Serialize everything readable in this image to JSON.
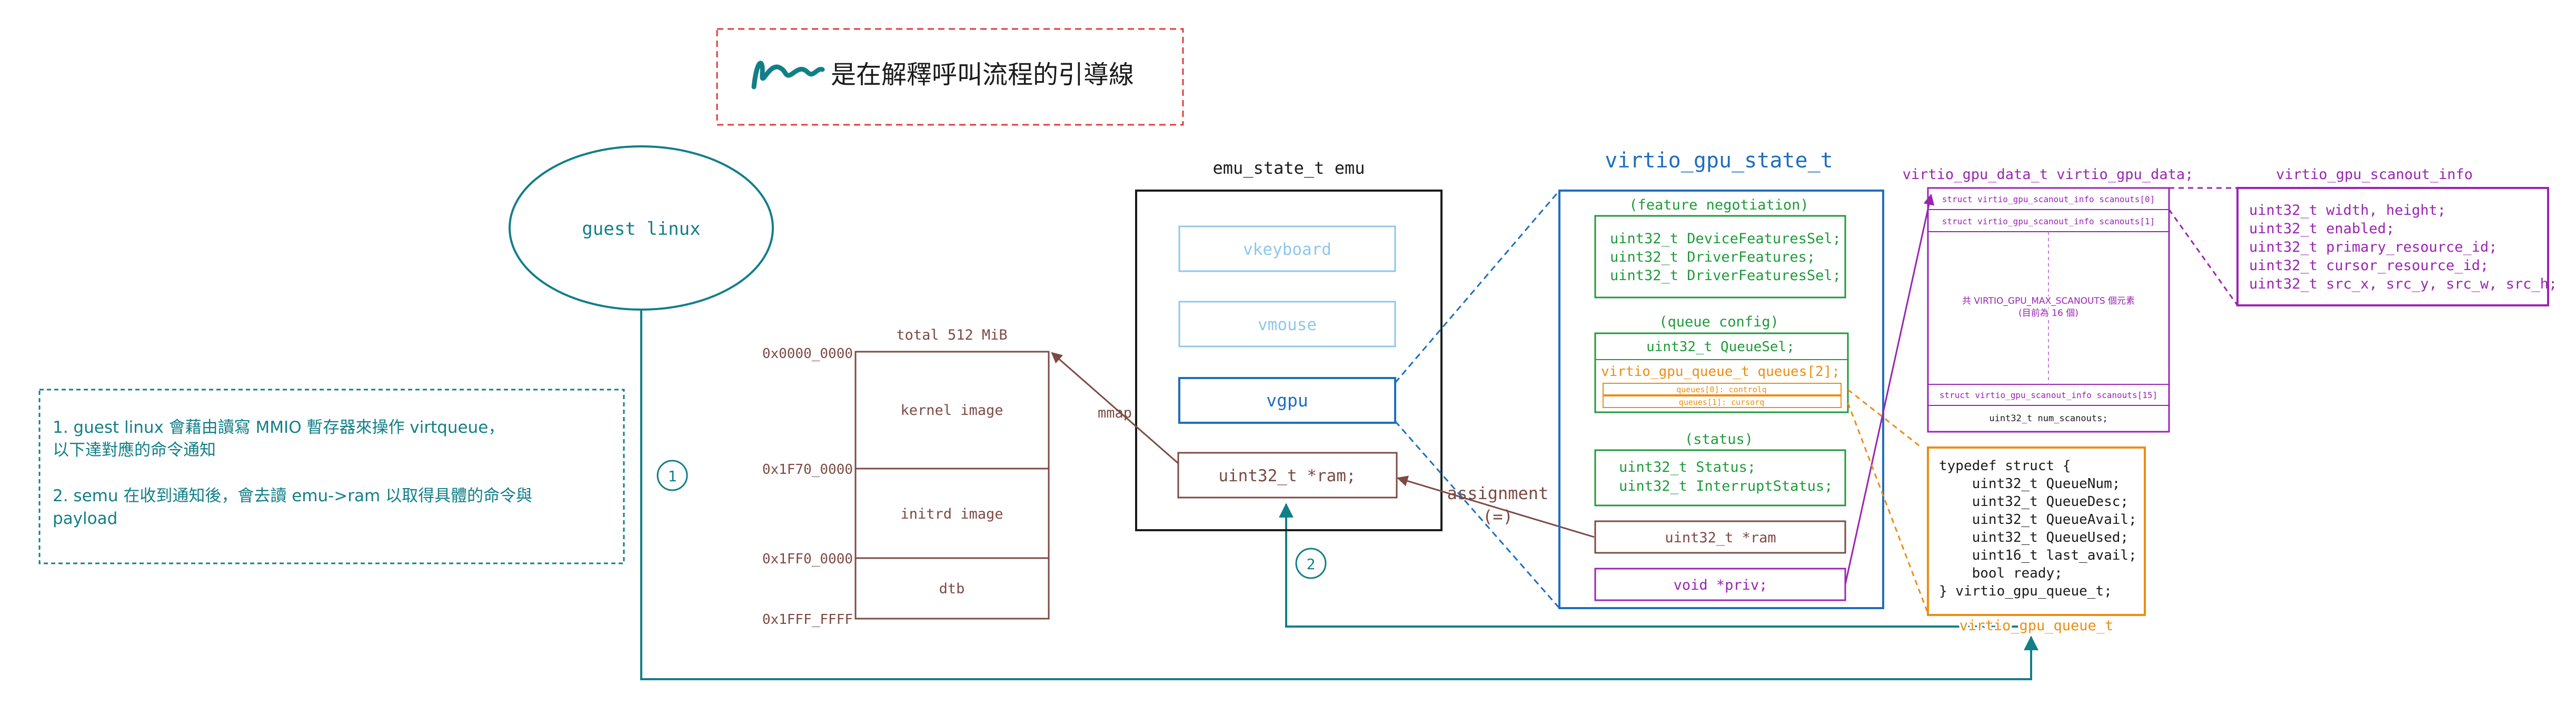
{
  "colors": {
    "teal": "#117f88",
    "brown": "#7d4a43",
    "blue": "#1e6ebe",
    "light_blue": "#8ec7ec",
    "green": "#1f9a3a",
    "orange": "#ed8d10",
    "purple": "#9a24b3",
    "red": "#e23b3b",
    "black": "#1b1b1b"
  },
  "legend": {
    "text": "是在解釋呼叫流程的引導線"
  },
  "guest": {
    "label": "guest linux"
  },
  "notes": {
    "line1a": "1. guest linux 會藉由讀寫 MMIO 暫存器來操作 virtqueue，",
    "line1b": "以下達對應的命令通知",
    "line2a": "2. semu 在收到通知後，會去讀 emu->ram 以取得具體的命令與",
    "line2b": "payload"
  },
  "steps": {
    "one": "1",
    "two": "2"
  },
  "memory": {
    "title": "total 512 MiB",
    "addresses": [
      "0x0000_0000",
      "0x1F70_0000",
      "0x1FF0_0000",
      "0x1FFF_FFFF"
    ],
    "regions": [
      "kernel image",
      "initrd image",
      "dtb"
    ]
  },
  "emu": {
    "title": "emu_state_t emu",
    "vkeyboard": "vkeyboard",
    "vmouse": "vmouse",
    "vgpu": "vgpu",
    "ram": "uint32_t *ram;"
  },
  "arrows": {
    "mmap": "mmap",
    "assignment": "assignment",
    "assign_op": "(=)"
  },
  "gpu_state": {
    "title": "virtio_gpu_state_t",
    "feature_title": "(feature negotiation)",
    "feature_fields": [
      "uint32_t DeviceFeaturesSel;",
      "uint32_t DriverFeatures;",
      "uint32_t DriverFeaturesSel;"
    ],
    "queue_title": "(queue config)",
    "queue_sel": "uint32_t QueueSel;",
    "queues": "virtio_gpu_queue_t queues[2];",
    "queue0": "queues[0]: controlq",
    "queue1": "queues[1]: cursorq",
    "status_title": "(status)",
    "status_fields": [
      "uint32_t Status;",
      "uint32_t InterruptStatus;"
    ],
    "ram_ptr": "uint32_t *ram",
    "priv": "void *priv;"
  },
  "gpu_data": {
    "title": "virtio_gpu_data_t virtio_gpu_data;",
    "scanout0": "struct virtio_gpu_scanout_info scanouts[0]",
    "scanout1": "struct virtio_gpu_scanout_info scanouts[1]",
    "middle_a": "共 VIRTIO_GPU_MAX_SCANOUTS 個元素",
    "middle_b": "(目前為 16 個)",
    "scanout15": "struct virtio_gpu_scanout_info scanouts[15]",
    "num": "uint32_t num_scanouts;"
  },
  "scanout_info": {
    "title": "virtio_gpu_scanout_info",
    "fields": [
      "uint32_t width, height;",
      "uint32_t enabled;",
      "uint32_t primary_resource_id;",
      "uint32_t cursor_resource_id;",
      "uint32_t src_x, src_y, src_w, src_h;"
    ]
  },
  "queue_struct": {
    "lines": [
      "typedef struct {",
      "    uint32_t QueueNum;",
      "    uint32_t QueueDesc;",
      "    uint32_t QueueAvail;",
      "    uint32_t QueueUsed;",
      "    uint16_t last_avail;",
      "    bool ready;",
      "} virtio_gpu_queue_t;"
    ],
    "caption": "virtio_gpu_queue_t"
  }
}
